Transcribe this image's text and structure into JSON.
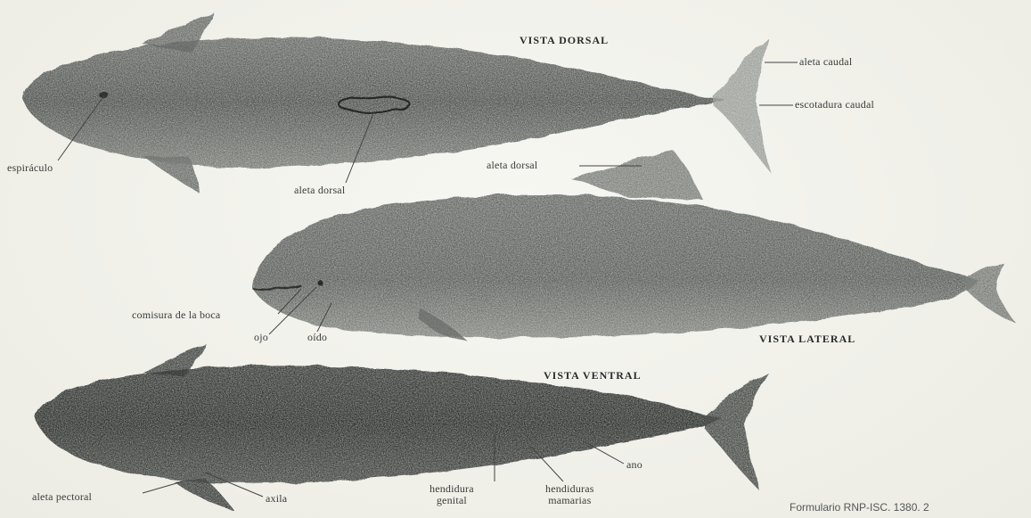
{
  "views": {
    "dorsal": "VISTA DORSAL",
    "lateral": "VISTA LATERAL",
    "ventral": "VISTA VENTRAL"
  },
  "labels": {
    "aleta_caudal": "aleta caudal",
    "escotadura_caudal": "escotadura caudal",
    "espiraculo": "espiráculo",
    "aleta_dorsal_top": "aleta dorsal",
    "aleta_dorsal_mid": "aleta dorsal",
    "comisura_boca": "comisura de la boca",
    "ojo": "ojo",
    "oido": "oído",
    "aleta_pectoral": "aleta pectoral",
    "axila": "axila",
    "hendidura_genital_1": "hendidura",
    "hendidura_genital_2": "genital",
    "hendiduras_mamarias_1": "hendiduras",
    "hendiduras_mamarias_2": "mamarias",
    "ano": "ano"
  },
  "footer": "Formulario RNP-ISC. 1380. 2"
}
